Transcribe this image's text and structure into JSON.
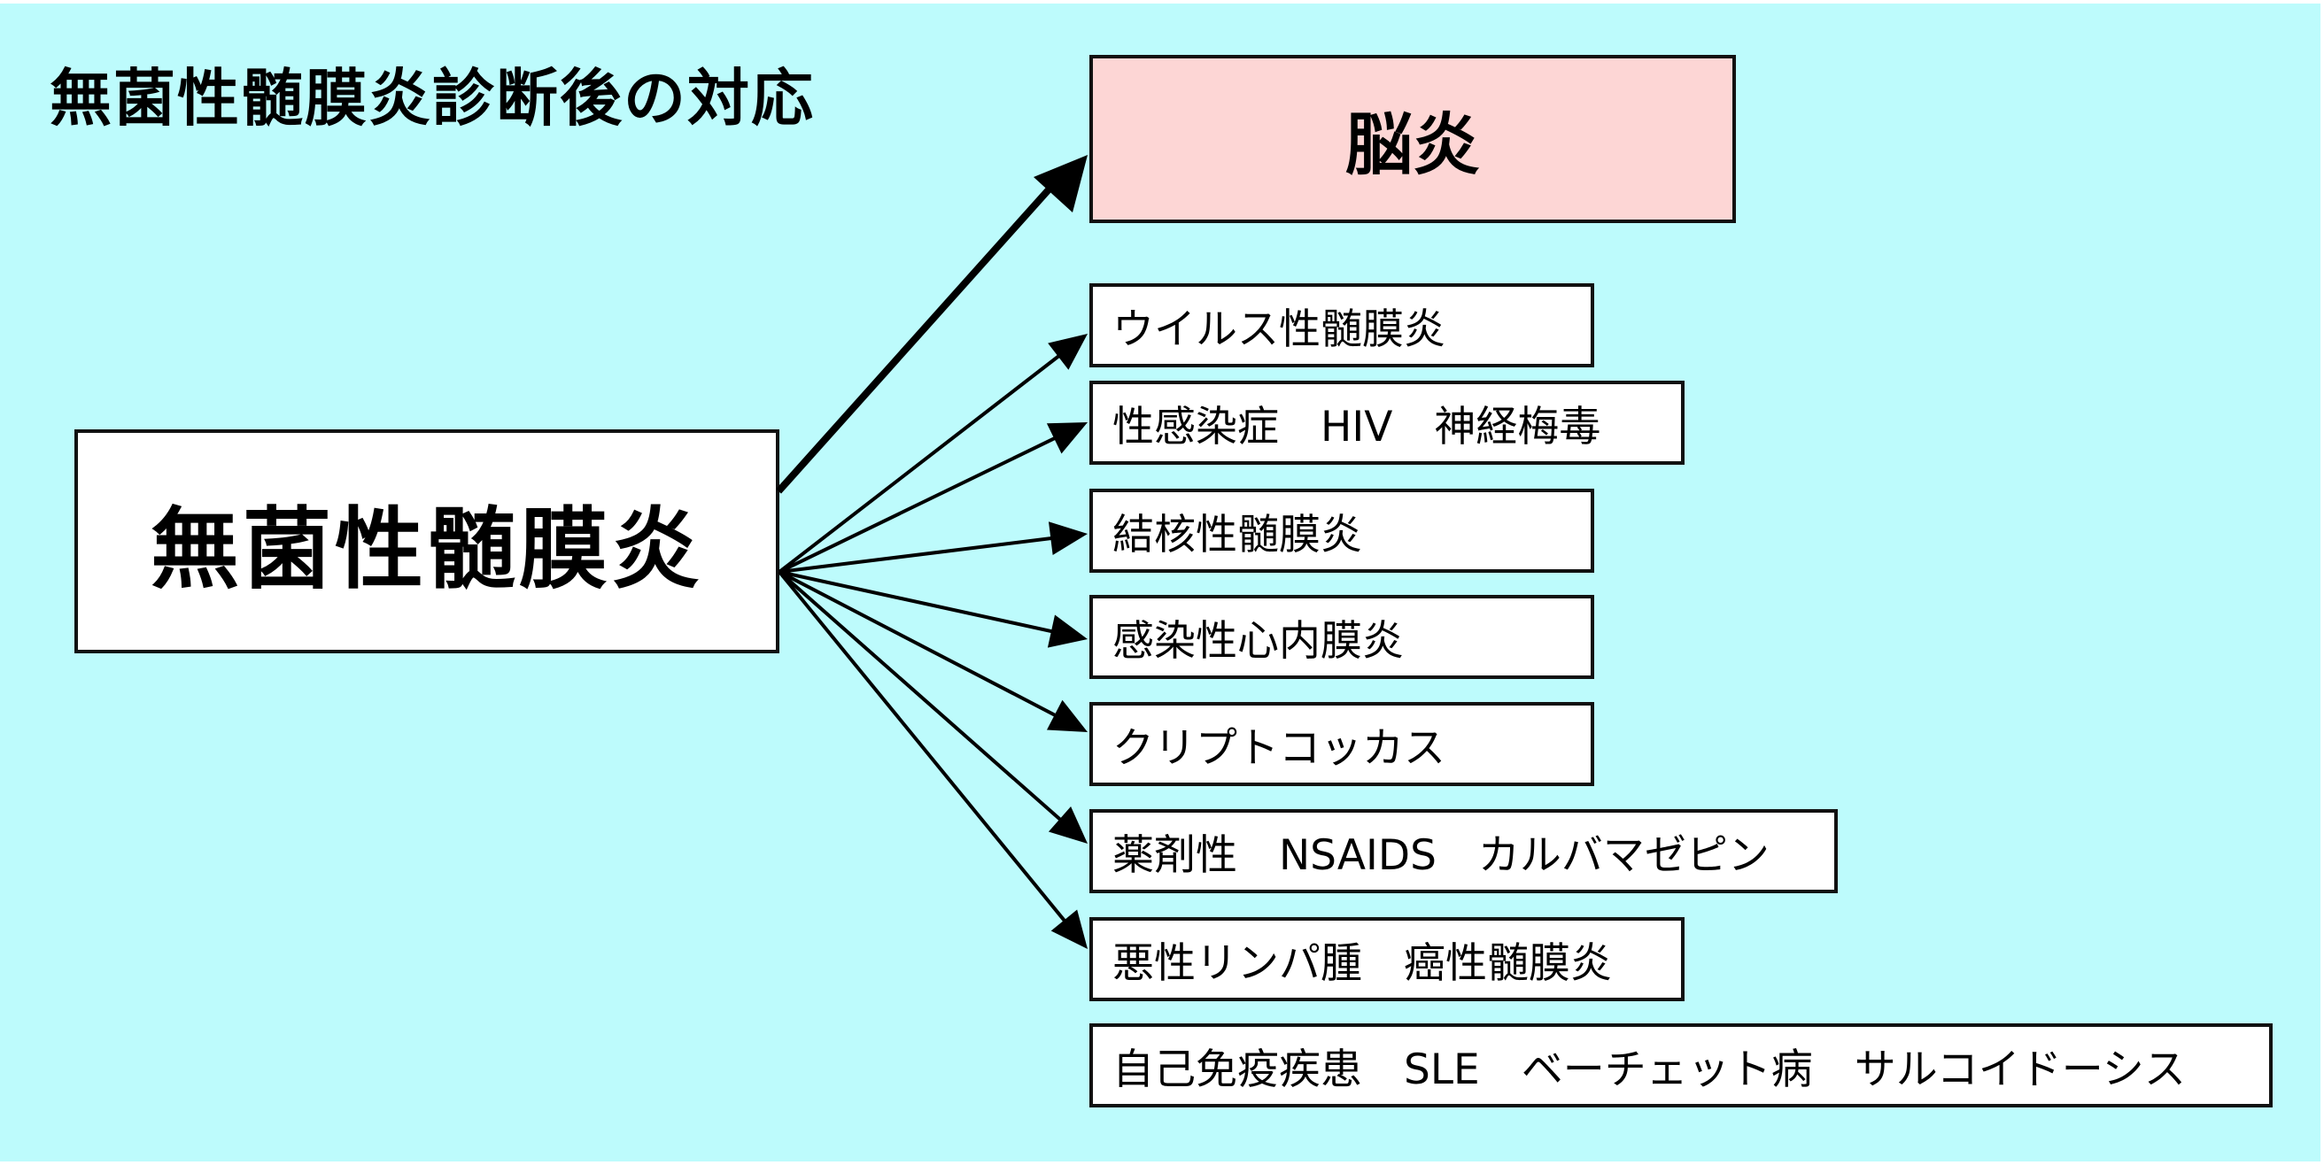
{
  "title": "無菌性髄膜炎診断後の対応",
  "source": {
    "label": "無菌性髄膜炎"
  },
  "primary_target": {
    "label": "脳炎",
    "color": "#fdd6d5"
  },
  "background_color": "#bdfbfc",
  "differentials": [
    {
      "label": "ウイルス性髄膜炎",
      "has_arrow": true
    },
    {
      "label": "性感染症　HIV　神経梅毒",
      "has_arrow": true
    },
    {
      "label": "結核性髄膜炎",
      "has_arrow": true
    },
    {
      "label": "感染性心内膜炎",
      "has_arrow": true
    },
    {
      "label": "クリプトコッカス",
      "has_arrow": true
    },
    {
      "label": "薬剤性　NSAIDS　カルバマゼピン",
      "has_arrow": true
    },
    {
      "label": "悪性リンパ腫　癌性髄膜炎",
      "has_arrow": true
    },
    {
      "label": "自己免疫疾患　SLE　ベーチェット病　サルコイドーシス",
      "has_arrow": false
    }
  ]
}
